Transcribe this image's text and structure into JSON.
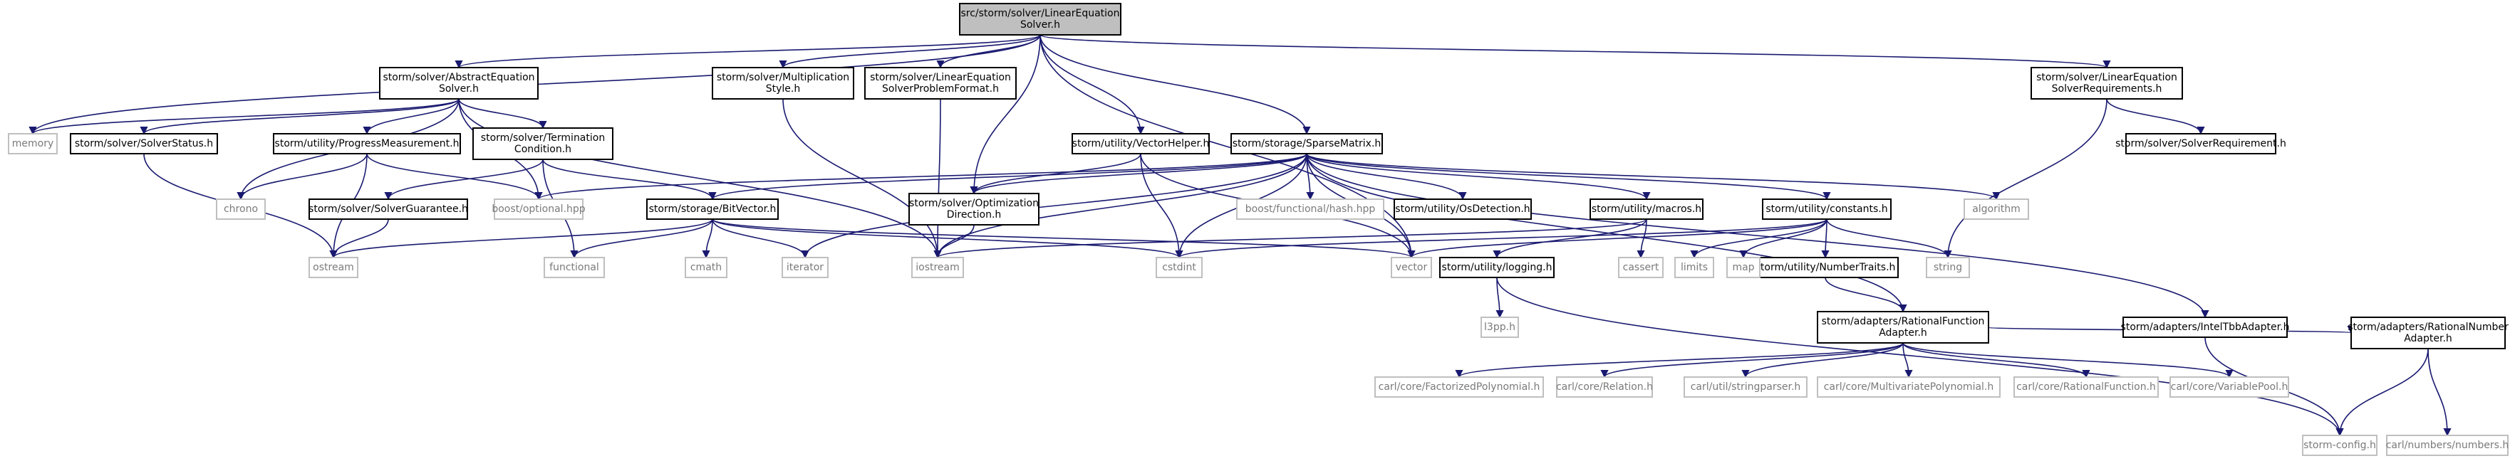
{
  "colors": {
    "edge": "#191970",
    "root_fill": "#bfbfbf",
    "node_fill": "#ffffff",
    "node_border": "#000000",
    "external_border": "#bfbfbf",
    "external_text": "#7a7a7a"
  },
  "nodes": [
    {
      "id": "root",
      "lines": [
        "src/storm/solver/LinearEquation",
        "Solver.h"
      ],
      "kind": "root"
    },
    {
      "id": "abstract",
      "lines": [
        "storm/solver/AbstractEquation",
        "Solver.h"
      ],
      "kind": "file"
    },
    {
      "id": "multstyle",
      "lines": [
        "storm/solver/Multiplication",
        "Style.h"
      ],
      "kind": "file"
    },
    {
      "id": "lesprob",
      "lines": [
        "storm/solver/LinearEquation",
        "SolverProblemFormat.h"
      ],
      "kind": "file"
    },
    {
      "id": "lesreq",
      "lines": [
        "storm/solver/LinearEquation",
        "SolverRequirements.h"
      ],
      "kind": "file"
    },
    {
      "id": "solverstatus",
      "lines": [
        "storm/solver/SolverStatus.h"
      ],
      "kind": "file"
    },
    {
      "id": "progress",
      "lines": [
        "storm/utility/ProgressMeasurement.h"
      ],
      "kind": "file"
    },
    {
      "id": "termination",
      "lines": [
        "storm/solver/Termination",
        "Condition.h"
      ],
      "kind": "file"
    },
    {
      "id": "vectorhelper",
      "lines": [
        "storm/utility/VectorHelper.h"
      ],
      "kind": "file"
    },
    {
      "id": "sparsematrix",
      "lines": [
        "storm/storage/SparseMatrix.h"
      ],
      "kind": "file"
    },
    {
      "id": "solverreq",
      "lines": [
        "storm/solver/SolverRequirement.h"
      ],
      "kind": "file"
    },
    {
      "id": "solverguar",
      "lines": [
        "storm/solver/SolverGuarantee.h"
      ],
      "kind": "file"
    },
    {
      "id": "bitvector",
      "lines": [
        "storm/storage/BitVector.h"
      ],
      "kind": "file"
    },
    {
      "id": "optdir",
      "lines": [
        "storm/solver/Optimization",
        "Direction.h"
      ],
      "kind": "file"
    },
    {
      "id": "osdet",
      "lines": [
        "storm/utility/OsDetection.h"
      ],
      "kind": "file"
    },
    {
      "id": "macros",
      "lines": [
        "storm/utility/macros.h"
      ],
      "kind": "file"
    },
    {
      "id": "constants",
      "lines": [
        "storm/utility/constants.h"
      ],
      "kind": "file"
    },
    {
      "id": "logging",
      "lines": [
        "storm/utility/logging.h"
      ],
      "kind": "file"
    },
    {
      "id": "numtraits",
      "lines": [
        "storm/utility/NumberTraits.h"
      ],
      "kind": "file"
    },
    {
      "id": "ratfunc",
      "lines": [
        "storm/adapters/RationalFunction",
        "Adapter.h"
      ],
      "kind": "file"
    },
    {
      "id": "inteltbb",
      "lines": [
        "storm/adapters/IntelTbbAdapter.h"
      ],
      "kind": "file"
    },
    {
      "id": "ratnum",
      "lines": [
        "storm/adapters/RationalNumber",
        "Adapter.h"
      ],
      "kind": "file"
    },
    {
      "id": "memory",
      "lines": [
        "memory"
      ],
      "kind": "ext"
    },
    {
      "id": "chrono",
      "lines": [
        "chrono"
      ],
      "kind": "ext"
    },
    {
      "id": "boostopt",
      "lines": [
        "boost/optional.hpp"
      ],
      "kind": "ext"
    },
    {
      "id": "boosthash",
      "lines": [
        "boost/functional/hash.hpp"
      ],
      "kind": "ext"
    },
    {
      "id": "algorithm",
      "lines": [
        "algorithm"
      ],
      "kind": "ext"
    },
    {
      "id": "ostream",
      "lines": [
        "ostream"
      ],
      "kind": "ext"
    },
    {
      "id": "functional",
      "lines": [
        "functional"
      ],
      "kind": "ext"
    },
    {
      "id": "cmath",
      "lines": [
        "cmath"
      ],
      "kind": "ext"
    },
    {
      "id": "iterator",
      "lines": [
        "iterator"
      ],
      "kind": "ext"
    },
    {
      "id": "iostream",
      "lines": [
        "iostream"
      ],
      "kind": "ext"
    },
    {
      "id": "cstdint",
      "lines": [
        "cstdint"
      ],
      "kind": "ext"
    },
    {
      "id": "vector",
      "lines": [
        "vector"
      ],
      "kind": "ext"
    },
    {
      "id": "cassert",
      "lines": [
        "cassert"
      ],
      "kind": "ext"
    },
    {
      "id": "limits",
      "lines": [
        "limits"
      ],
      "kind": "ext"
    },
    {
      "id": "map",
      "lines": [
        "map"
      ],
      "kind": "ext"
    },
    {
      "id": "string",
      "lines": [
        "string"
      ],
      "kind": "ext"
    },
    {
      "id": "l3pp",
      "lines": [
        "l3pp.h"
      ],
      "kind": "ext"
    },
    {
      "id": "carlfact",
      "lines": [
        "carl/core/FactorizedPolynomial.h"
      ],
      "kind": "ext"
    },
    {
      "id": "carlrel",
      "lines": [
        "carl/core/Relation.h"
      ],
      "kind": "ext"
    },
    {
      "id": "carlstr",
      "lines": [
        "carl/util/stringparser.h"
      ],
      "kind": "ext"
    },
    {
      "id": "carlmulti",
      "lines": [
        "carl/core/MultivariatePolynomial.h"
      ],
      "kind": "ext"
    },
    {
      "id": "carlratfn",
      "lines": [
        "carl/core/RationalFunction.h"
      ],
      "kind": "ext"
    },
    {
      "id": "carlvarpool",
      "lines": [
        "carl/core/VariablePool.h"
      ],
      "kind": "ext"
    },
    {
      "id": "stormconfig",
      "lines": [
        "storm-config.h"
      ],
      "kind": "ext"
    },
    {
      "id": "carlnum",
      "lines": [
        "carl/numbers/numbers.h"
      ],
      "kind": "ext"
    }
  ],
  "edges": [
    [
      "root",
      "abstract"
    ],
    [
      "root",
      "multstyle"
    ],
    [
      "root",
      "lesprob"
    ],
    [
      "root",
      "lesreq"
    ],
    [
      "root",
      "vectorhelper"
    ],
    [
      "root",
      "sparsematrix"
    ],
    [
      "root",
      "memory"
    ],
    [
      "root",
      "optdir"
    ],
    [
      "root",
      "vector"
    ],
    [
      "abstract",
      "memory"
    ],
    [
      "abstract",
      "solverstatus"
    ],
    [
      "abstract",
      "chrono"
    ],
    [
      "abstract",
      "progress"
    ],
    [
      "abstract",
      "termination"
    ],
    [
      "abstract",
      "boostopt"
    ],
    [
      "abstract",
      "iostream"
    ],
    [
      "multstyle",
      "iostream"
    ],
    [
      "lesprob",
      "iostream"
    ],
    [
      "lesreq",
      "solverreq"
    ],
    [
      "lesreq",
      "string"
    ],
    [
      "solverstatus",
      "ostream"
    ],
    [
      "progress",
      "chrono"
    ],
    [
      "progress",
      "boostopt"
    ],
    [
      "progress",
      "ostream"
    ],
    [
      "termination",
      "solverguar"
    ],
    [
      "termination",
      "bitvector"
    ],
    [
      "termination",
      "functional"
    ],
    [
      "solverguar",
      "ostream"
    ],
    [
      "vectorhelper",
      "optdir"
    ],
    [
      "vectorhelper",
      "cstdint"
    ],
    [
      "vectorhelper",
      "vector"
    ],
    [
      "sparsematrix",
      "bitvector"
    ],
    [
      "sparsematrix",
      "boostopt"
    ],
    [
      "sparsematrix",
      "optdir"
    ],
    [
      "sparsematrix",
      "iterator"
    ],
    [
      "sparsematrix",
      "iostream"
    ],
    [
      "sparsematrix",
      "cstdint"
    ],
    [
      "sparsematrix",
      "boosthash"
    ],
    [
      "sparsematrix",
      "osdet"
    ],
    [
      "sparsematrix",
      "macros"
    ],
    [
      "sparsematrix",
      "constants"
    ],
    [
      "sparsematrix",
      "algorithm"
    ],
    [
      "sparsematrix",
      "ratfunc"
    ],
    [
      "sparsematrix",
      "inteltbb"
    ],
    [
      "sparsematrix",
      "vector"
    ],
    [
      "bitvector",
      "ostream"
    ],
    [
      "bitvector",
      "functional"
    ],
    [
      "bitvector",
      "cmath"
    ],
    [
      "bitvector",
      "iterator"
    ],
    [
      "bitvector",
      "cstdint"
    ],
    [
      "bitvector",
      "vector"
    ],
    [
      "optdir",
      "iostream"
    ],
    [
      "macros",
      "logging"
    ],
    [
      "macros",
      "cassert"
    ],
    [
      "macros",
      "iostream"
    ],
    [
      "logging",
      "l3pp"
    ],
    [
      "logging",
      "stormconfig"
    ],
    [
      "constants",
      "limits"
    ],
    [
      "constants",
      "map"
    ],
    [
      "constants",
      "string"
    ],
    [
      "constants",
      "numtraits"
    ],
    [
      "constants",
      "vector"
    ],
    [
      "constants",
      "cstdint"
    ],
    [
      "numtraits",
      "ratfunc"
    ],
    [
      "ratfunc",
      "carlfact"
    ],
    [
      "ratfunc",
      "carlrel"
    ],
    [
      "ratfunc",
      "carlstr"
    ],
    [
      "ratfunc",
      "carlmulti"
    ],
    [
      "ratfunc",
      "carlratfn"
    ],
    [
      "ratfunc",
      "carlvarpool"
    ],
    [
      "ratfunc",
      "ratnum"
    ],
    [
      "ratnum",
      "stormconfig"
    ],
    [
      "ratnum",
      "carlnum"
    ],
    [
      "inteltbb",
      "stormconfig"
    ]
  ]
}
